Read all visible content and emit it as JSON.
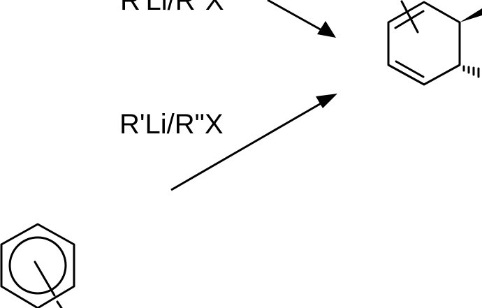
{
  "scheme": {
    "arrows": [
      {
        "reagent_label": "R'Li/R\"X"
      },
      {
        "reagent_label": "R'Li/R\"X"
      }
    ],
    "molecules": {
      "product": "substituted cyclohexadiene (partially visible)",
      "reactant": "substituted benzene (partially visible)"
    },
    "colors": {
      "ink": "#000000",
      "background": "#ffffff"
    }
  }
}
